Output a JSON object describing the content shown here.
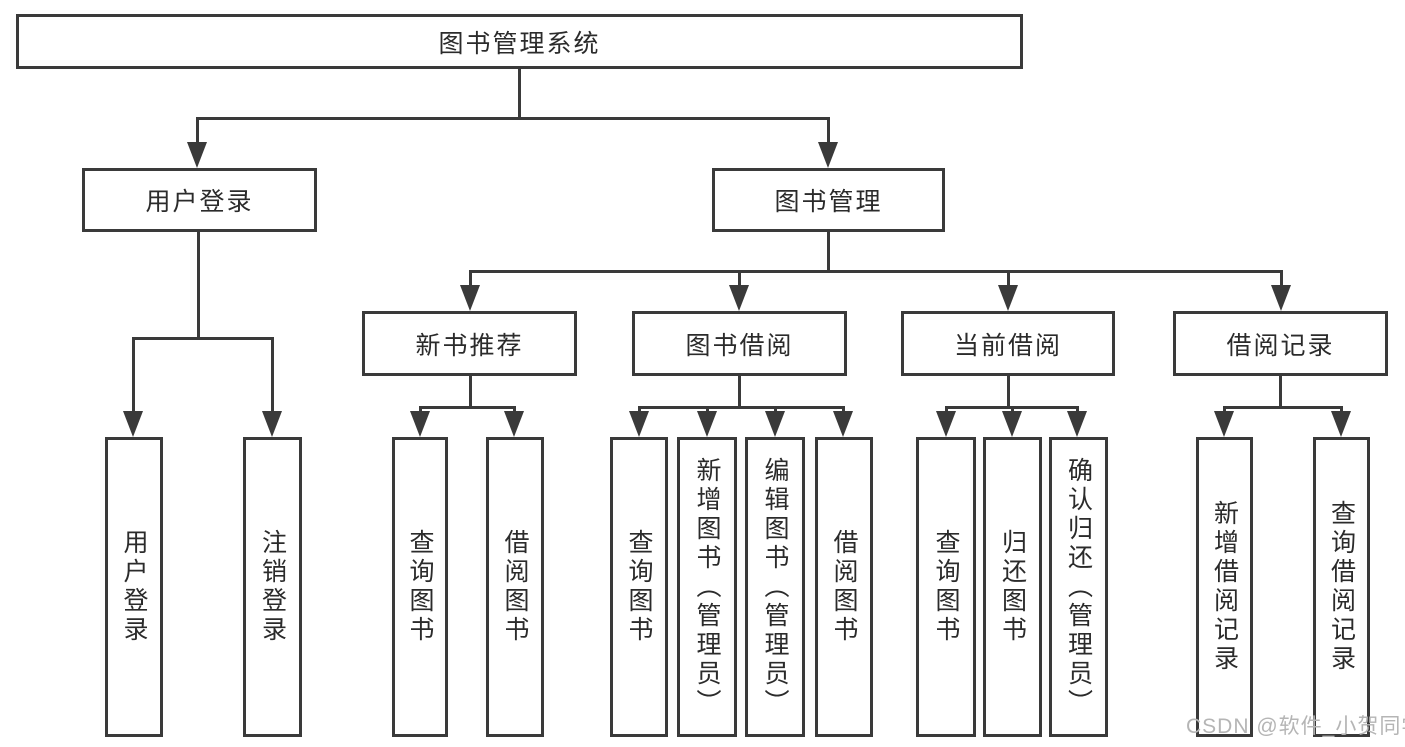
{
  "tree": {
    "label": "图书管理系统",
    "children": [
      {
        "label": "用户登录",
        "children": [
          {
            "label": "用户登录"
          },
          {
            "label": "注销登录"
          }
        ]
      },
      {
        "label": "图书管理",
        "children": [
          {
            "label": "新书推荐",
            "children": [
              {
                "label": "查询图书"
              },
              {
                "label": "借阅图书"
              }
            ]
          },
          {
            "label": "图书借阅",
            "children": [
              {
                "label": "查询图书"
              },
              {
                "label": "新增图书（管理员）"
              },
              {
                "label": "编辑图书（管理员）"
              },
              {
                "label": "借阅图书"
              }
            ]
          },
          {
            "label": "当前借阅",
            "children": [
              {
                "label": "查询图书"
              },
              {
                "label": "归还图书"
              },
              {
                "label": "确认归还（管理员）"
              }
            ]
          },
          {
            "label": "借阅记录",
            "children": [
              {
                "label": "新增借阅记录"
              },
              {
                "label": "查询借阅记录"
              }
            ]
          }
        ]
      }
    ]
  },
  "watermark": {
    "text": "CSDN @软件_小贺同学",
    "color": "#b5b5b5"
  },
  "colors": {
    "line": "#3a3a3a",
    "text": "#2b2b2b",
    "background": "#ffffff"
  }
}
